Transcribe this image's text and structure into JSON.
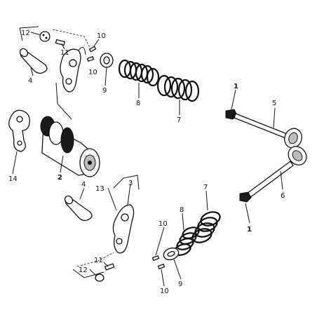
{
  "diagram": {
    "callouts": {
      "c1a": "1",
      "c1b": "1",
      "c2": "2",
      "c3": "3",
      "c4a": "4",
      "c4b": "4",
      "c5": "5",
      "c6": "6",
      "c7a": "7",
      "c7b": "7",
      "c8a": "8",
      "c8b": "8",
      "c9a": "9",
      "c9b": "9",
      "c10a": "10",
      "c10b": "10",
      "c10c": "10",
      "c10d": "10",
      "c11a": "11",
      "c11b": "11",
      "c12a": "12",
      "c12b": "12",
      "c13": "13",
      "c14": "14"
    },
    "colors": {
      "ink": "#111111",
      "paper": "#ffffff",
      "shade": "#bdbdbd"
    }
  }
}
